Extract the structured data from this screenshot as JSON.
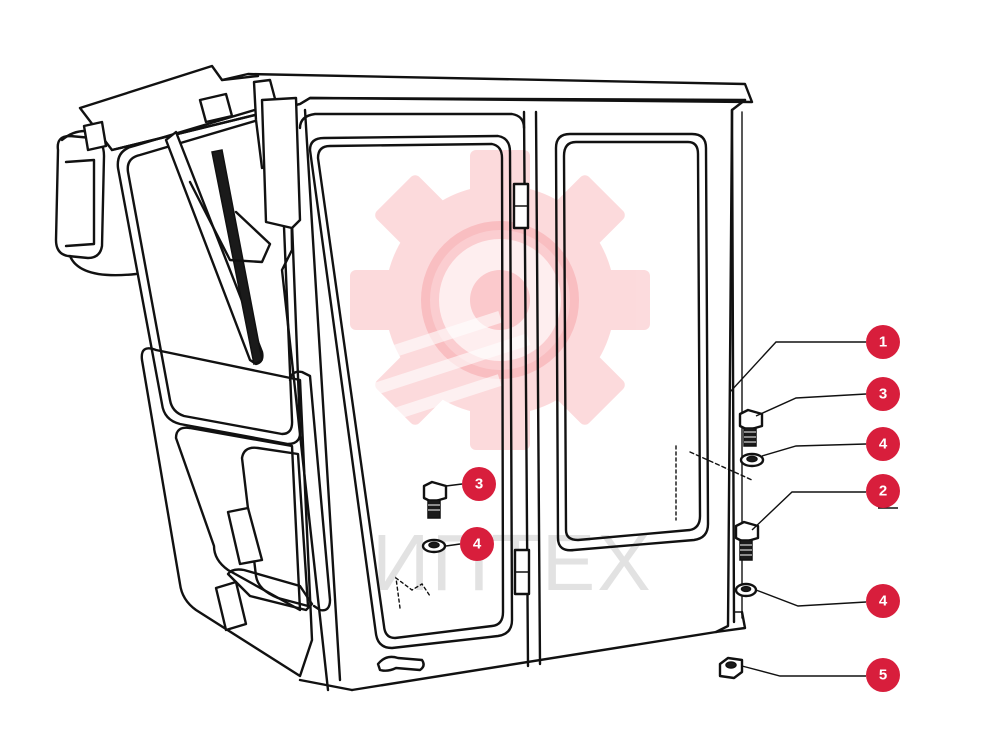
{
  "colors": {
    "callout": "#d81e3c",
    "watermark": "#f25a63",
    "line": "#111111"
  },
  "watermark": {
    "icon": "gear-logo-icon",
    "text": "ИПТЕХ"
  },
  "callouts": [
    {
      "id": "callout-1",
      "label": "1",
      "part": "cab-body"
    },
    {
      "id": "callout-3-right",
      "label": "3",
      "part": "bolt-upper"
    },
    {
      "id": "callout-4-right-upper",
      "label": "4",
      "part": "washer-upper"
    },
    {
      "id": "callout-2",
      "label": "2",
      "part": "bolt-lower"
    },
    {
      "id": "callout-4-right-lower",
      "label": "4",
      "part": "washer-lower"
    },
    {
      "id": "callout-5",
      "label": "5",
      "part": "nut"
    },
    {
      "id": "callout-3-left",
      "label": "3",
      "part": "bolt-left"
    },
    {
      "id": "callout-4-left",
      "label": "4",
      "part": "washer-left"
    }
  ]
}
